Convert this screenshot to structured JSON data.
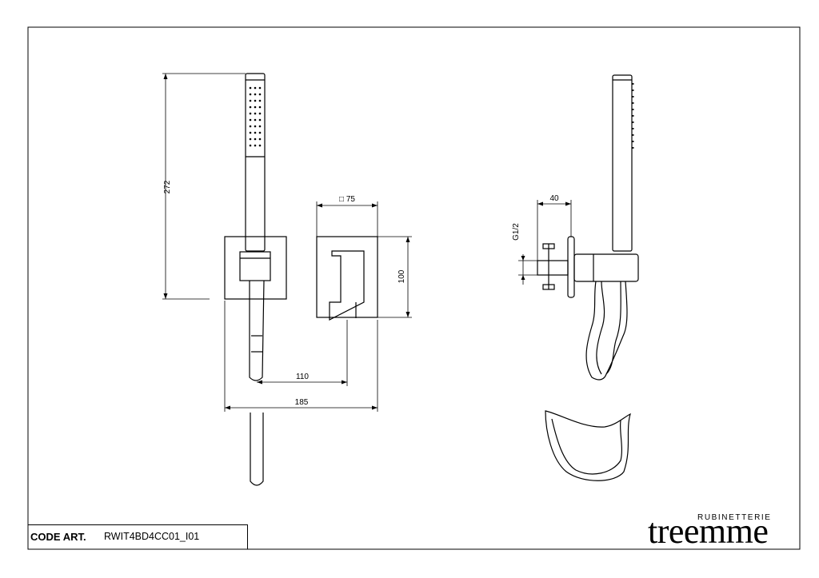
{
  "dimensions": {
    "height_total": "272",
    "plate_size": "□ 75",
    "plate_height": "100",
    "spacing": "110",
    "total_width": "185",
    "depth": "40",
    "thread": "G1/2"
  },
  "title_block": {
    "code_label": "CODE ART.",
    "code_value": "RWIT4BD4CC01_I01"
  },
  "brand": {
    "name": "treemme",
    "subtitle": "RUBINETTERIE"
  }
}
